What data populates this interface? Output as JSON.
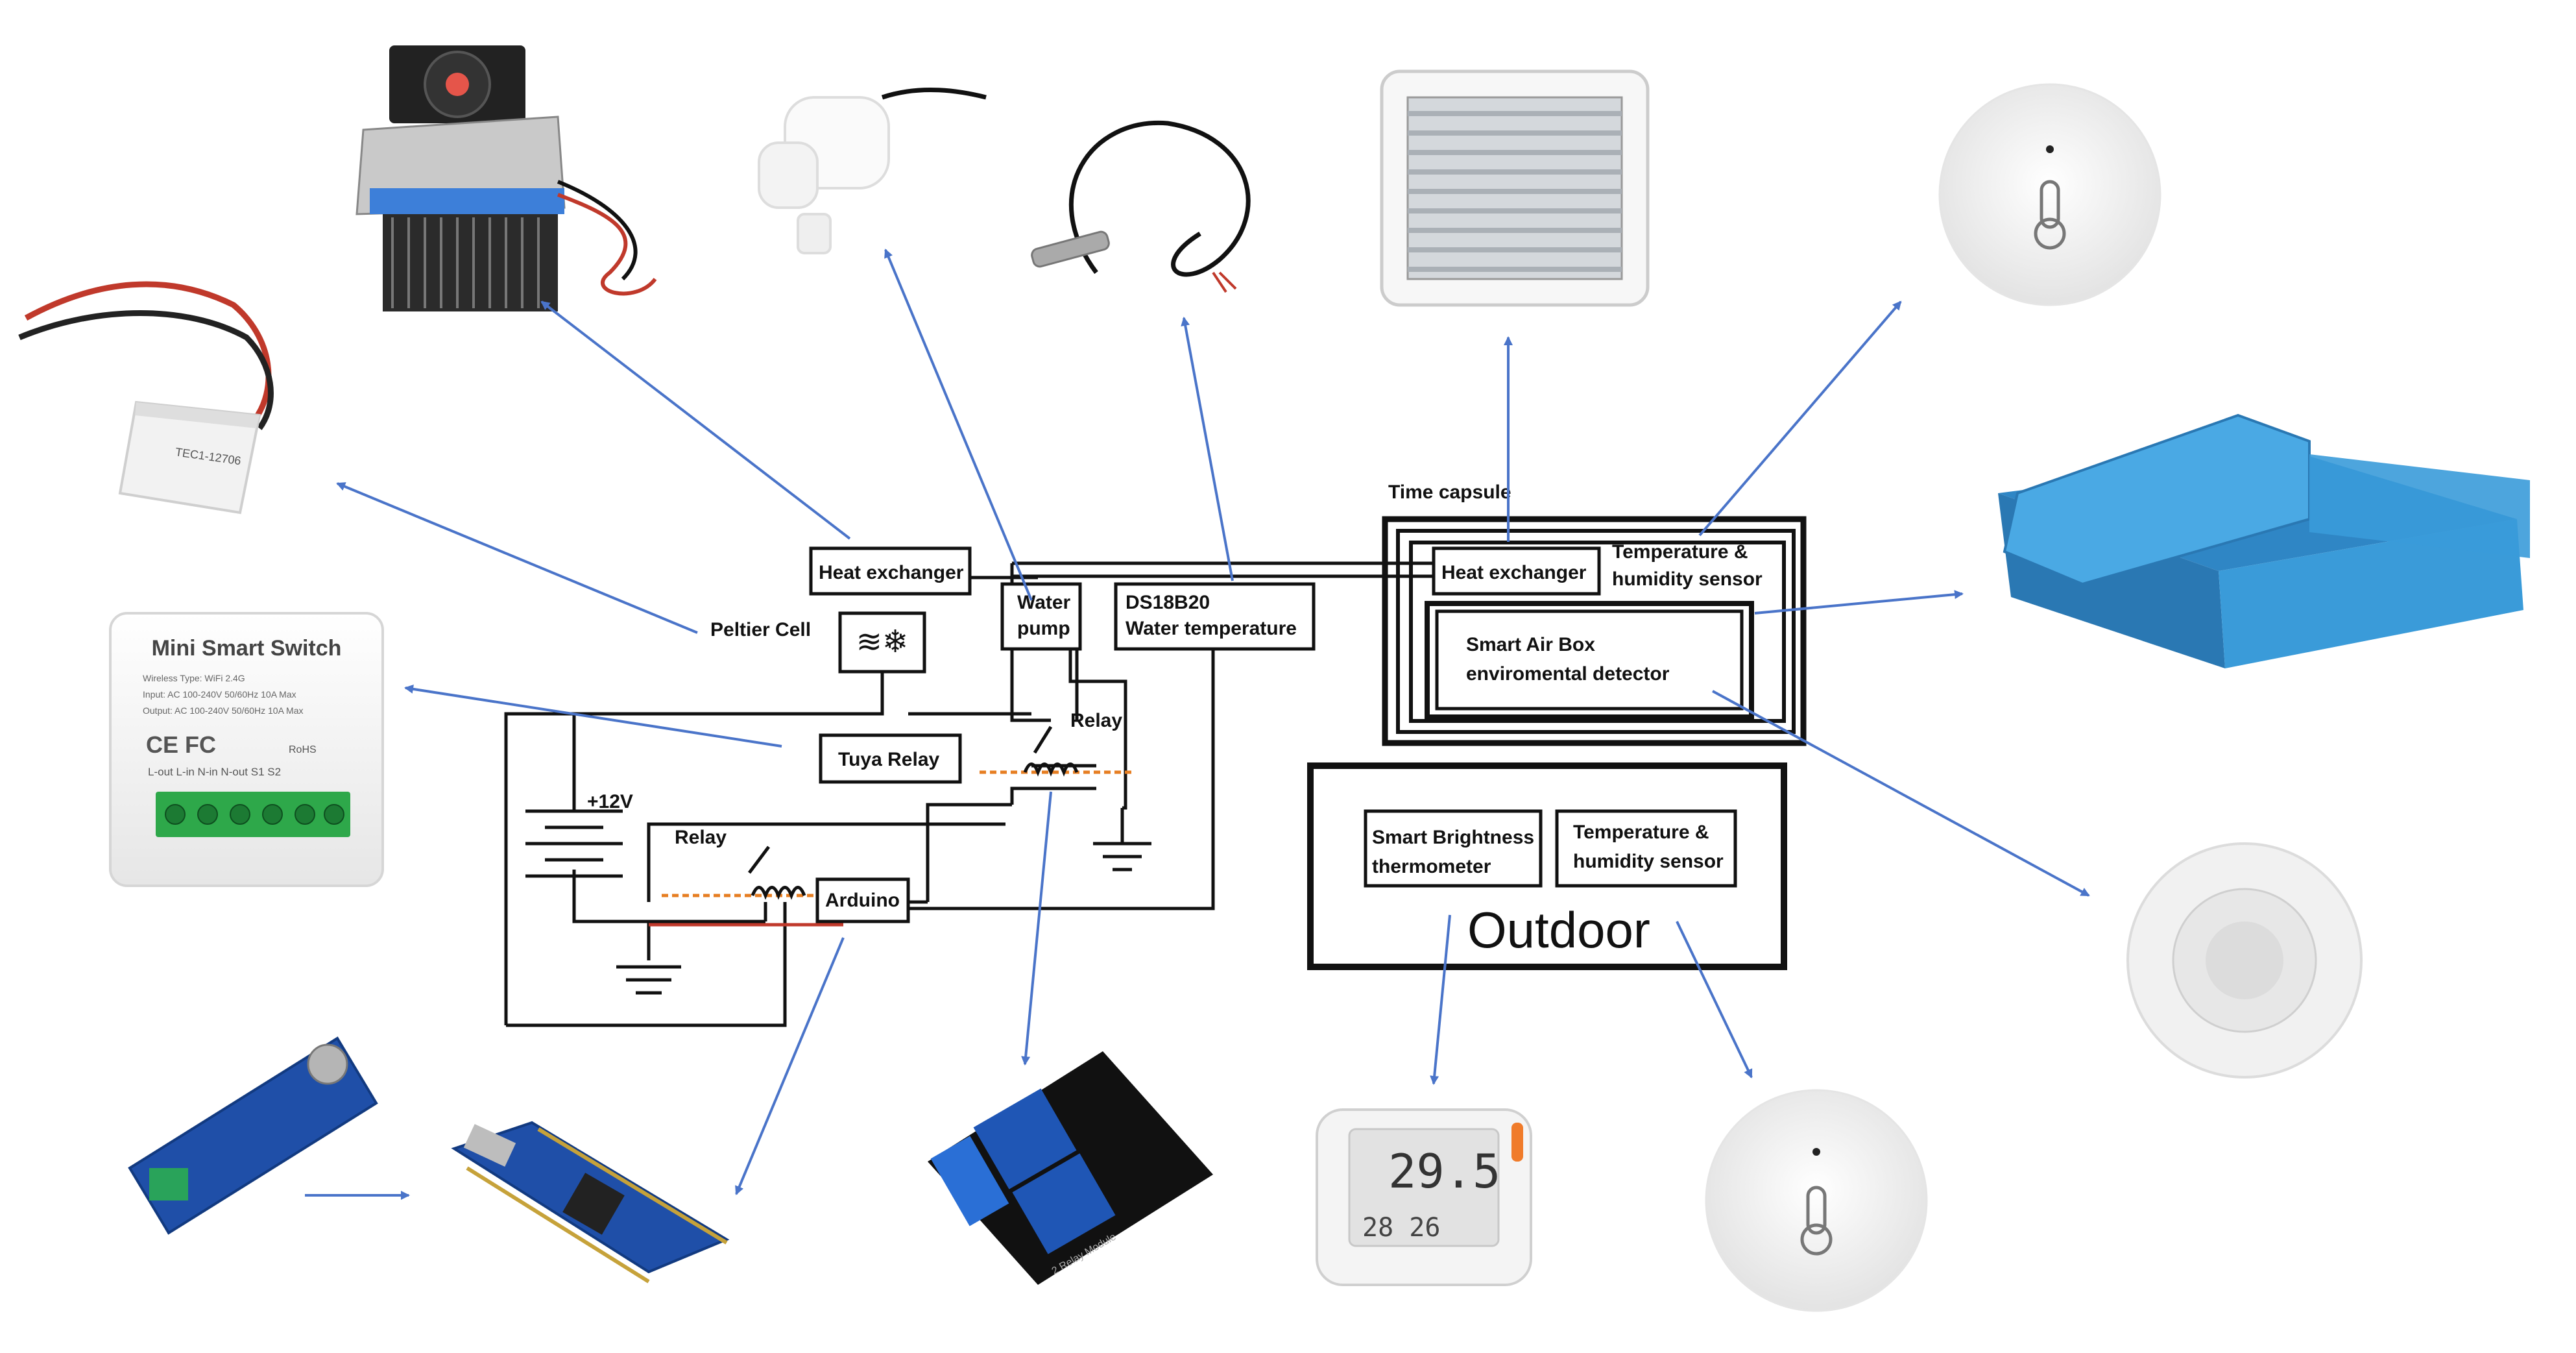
{
  "labels": {
    "heat_exchanger_left": "Heat exchanger",
    "water_pump_1": "Water",
    "water_pump_2": "pump",
    "ds18b20_1": "DS18B20",
    "ds18b20_2": "Water temperature",
    "time_capsule": "Time capsule",
    "heat_exchanger_right": "Heat exchanger",
    "temp_hum_inside_1": "Temperature &",
    "temp_hum_inside_2": "humidity sensor",
    "smart_air_1": "Smart Air Box",
    "smart_air_2": "enviromental detector",
    "peltier": "Peltier Cell",
    "relay_top": "Relay",
    "tuya_relay": "Tuya Relay",
    "supply": "+12V",
    "relay_bottom": "Relay",
    "arduino": "Arduino",
    "smart_brightness_1": "Smart Brightness",
    "smart_brightness_2": "thermometer",
    "temp_hum_outdoor_1": "Temperature &",
    "temp_hum_outdoor_2": "humidity sensor",
    "outdoor": "Outdoor"
  },
  "photos": {
    "mini_switch_title": "Mini Smart Switch",
    "mini_switch_lines": [
      "Wireless Type: WiFi 2.4G",
      "Input: AC 100-240V 50/60Hz 10A Max",
      "Output: AC 100-240V 50/60Hz 10A Max"
    ],
    "mini_switch_marks": "CE FC",
    "mini_switch_rohs": "RoHS",
    "mini_switch_pins": "L-out  L-in  N-in  N-out  S1  S2",
    "peltier_chip": "TEC1-12706",
    "lcd_value": "29.5",
    "lcd_secondary": "28 26",
    "relay_module_text": "2 Relay Module"
  },
  "colors": {
    "arrow": "#4a74c9",
    "wire": "#111111",
    "wire_red": "#c0392b",
    "wire_orange": "#e67e22",
    "relay_blue": "#1f56b5",
    "pcb_blue": "#1f4fa8",
    "enclosure_blue": "#3a9bd9"
  }
}
